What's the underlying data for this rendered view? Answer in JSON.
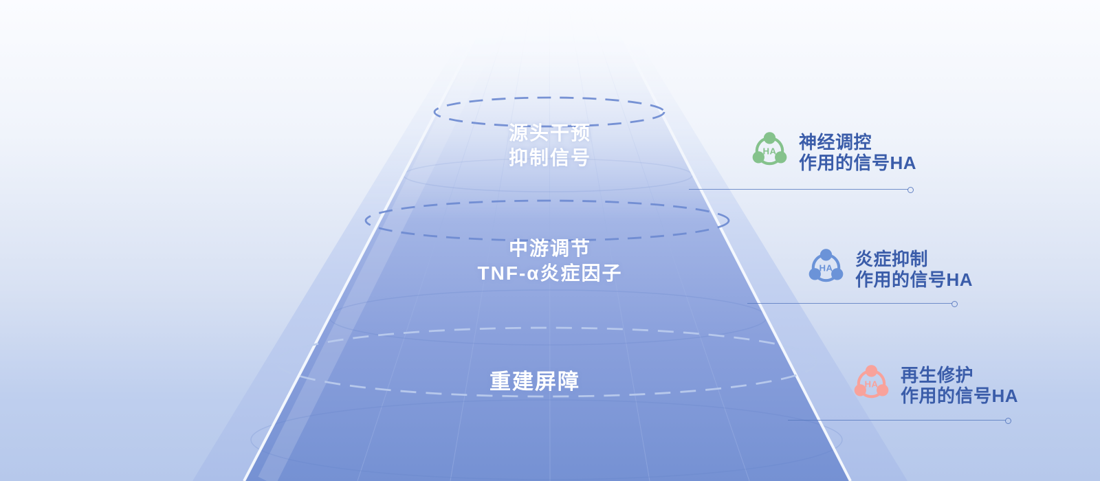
{
  "tiers": [
    {
      "line1": "源头干预",
      "line2": "抑制信号"
    },
    {
      "line1": "中游调节",
      "line2": "TNF-α炎症因子"
    },
    {
      "line1": "重建屏障"
    }
  ],
  "annotations": [
    {
      "icon": "ha-network-green",
      "icon_label": "HA",
      "color": "#85C28C",
      "line1": "神经调控",
      "line2": "作用的信号HA"
    },
    {
      "icon": "ha-network-blue",
      "icon_label": "HA",
      "color": "#6B93D8",
      "line1": "炎症抑制",
      "line2": "作用的信号HA"
    },
    {
      "icon": "ha-network-pink",
      "icon_label": "HA",
      "color": "#F8A29B",
      "line1": "再生修护",
      "line2": "作用的信号HA"
    }
  ],
  "colors": {
    "background_top": "#FBFCFF",
    "background_bottom": "#B6C8EB",
    "funnel_deep": "#7591D3",
    "tier_text": "#FFFFFF",
    "annotation_text": "#3A5CA9",
    "dashed_ring_blue": "#6D8AD0",
    "dashed_ring_light": "#B9CAEC",
    "connector_line": "#5577BE"
  }
}
